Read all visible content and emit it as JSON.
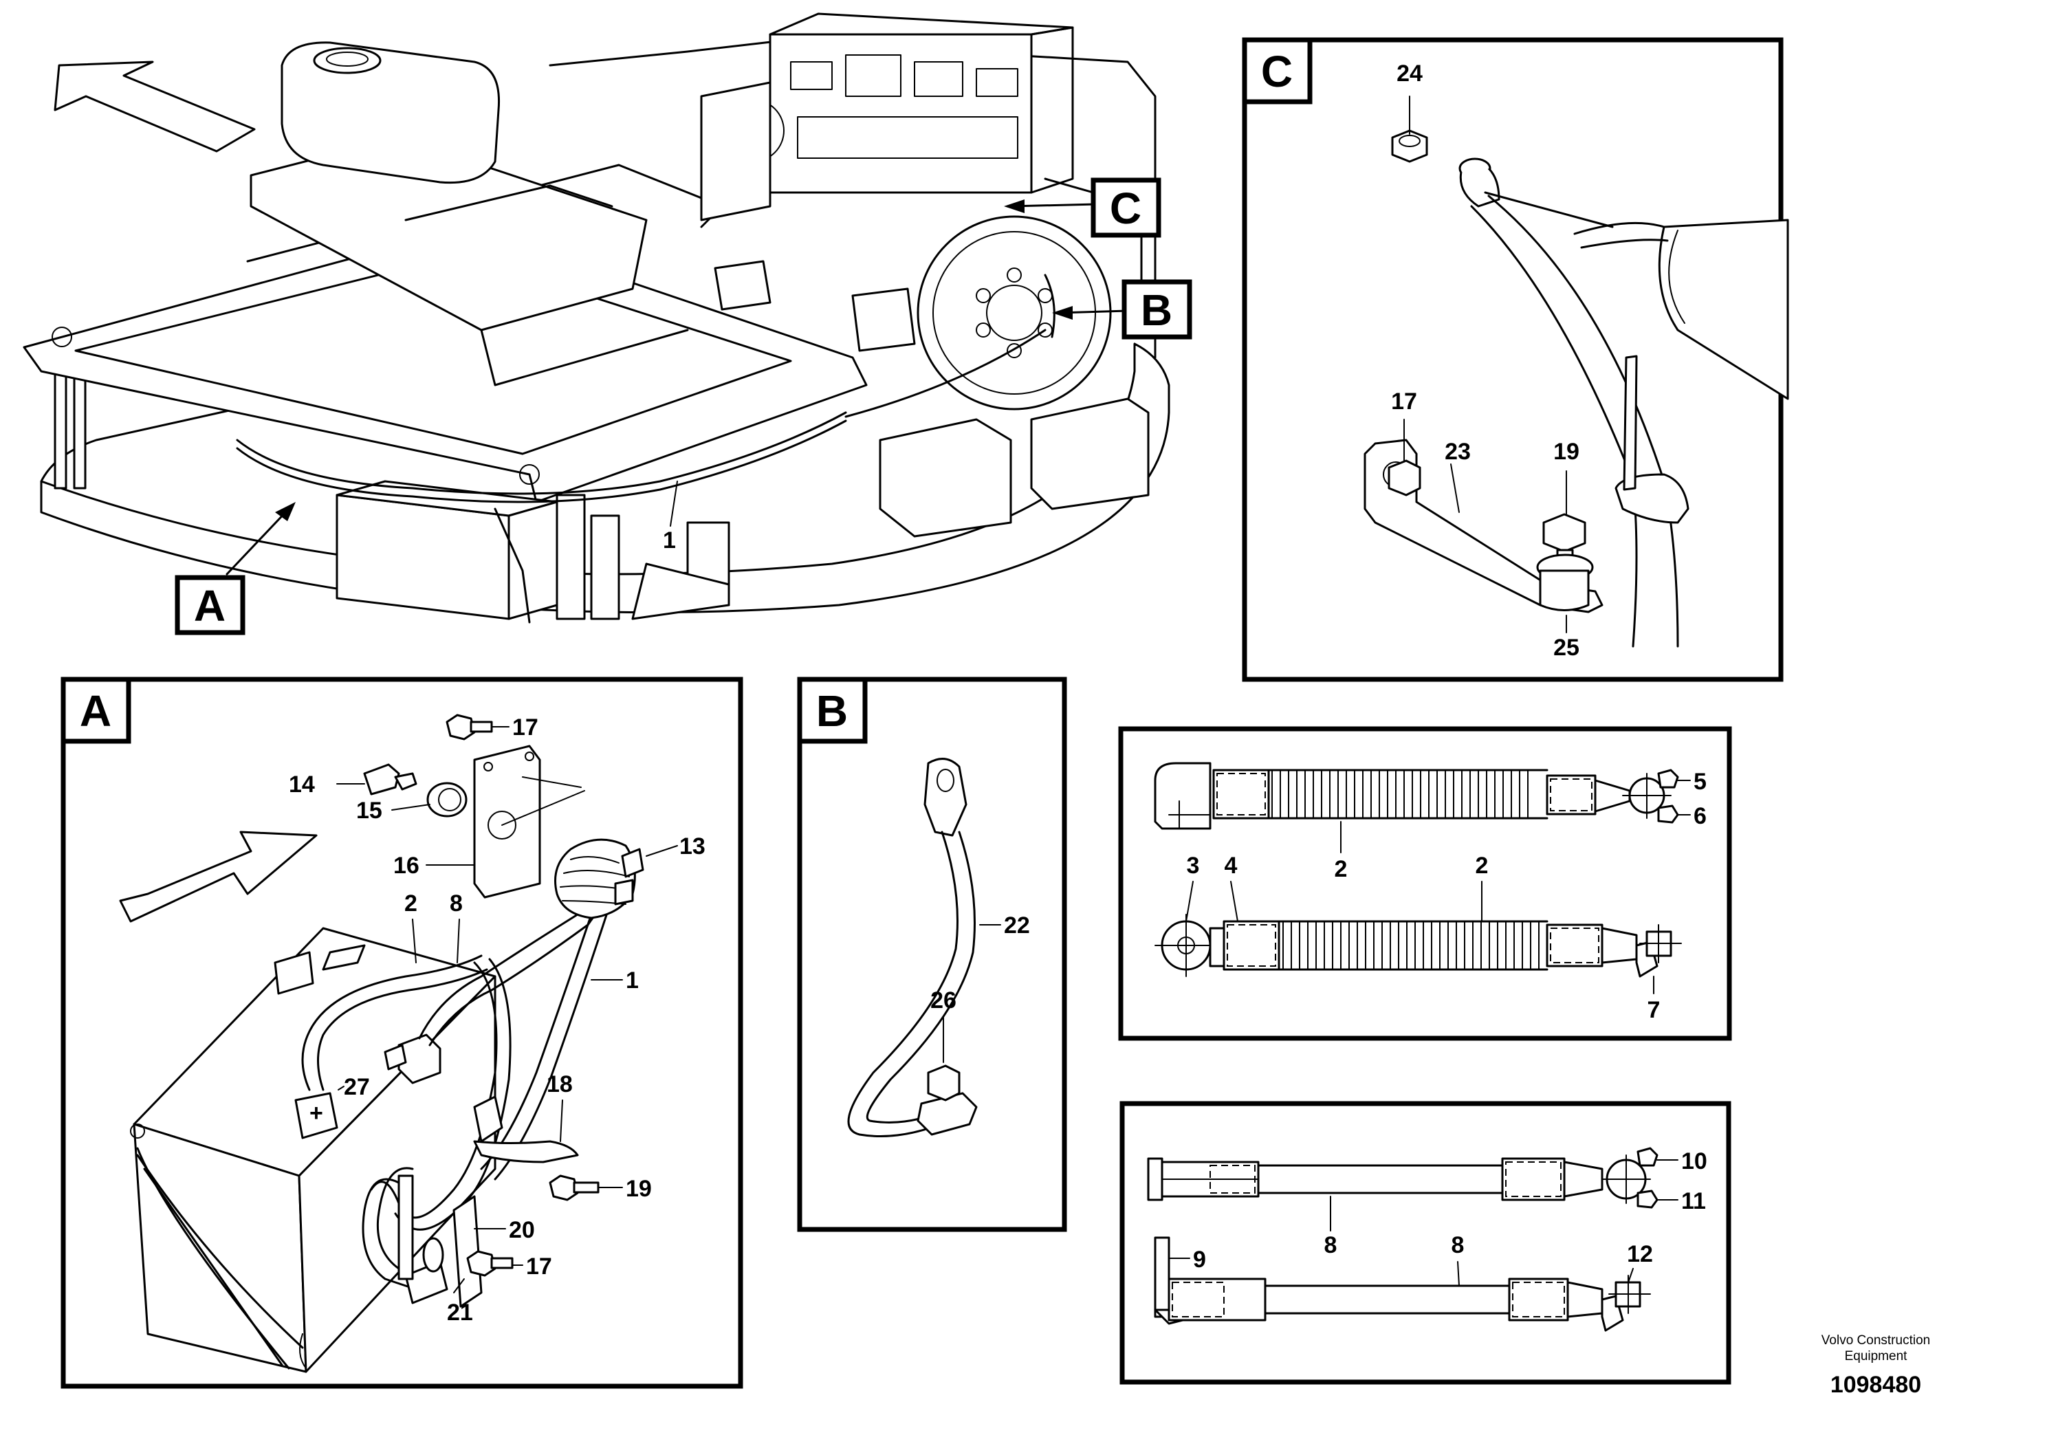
{
  "views": {
    "A": "A",
    "B": "B",
    "C": "C"
  },
  "callouts": {
    "overview": [
      "1"
    ],
    "A": [
      "17",
      "14",
      "15",
      "16",
      "13",
      "2",
      "8",
      "1",
      "27",
      "18",
      "19",
      "20",
      "17",
      "21"
    ],
    "B": [
      "22",
      "26"
    ],
    "C": [
      "24",
      "17",
      "23",
      "19",
      "25"
    ],
    "cable_2": [
      "5",
      "6",
      "2",
      "3",
      "4",
      "2",
      "7"
    ],
    "cable_8": [
      "10",
      "11",
      "8",
      "9",
      "8",
      "12"
    ]
  },
  "footer": {
    "brand_line1": "Volvo Construction",
    "brand_line2": "Equipment",
    "drawing_number": "1098480"
  },
  "icons": {
    "direction_arrow": "forward-arrow-icon"
  }
}
